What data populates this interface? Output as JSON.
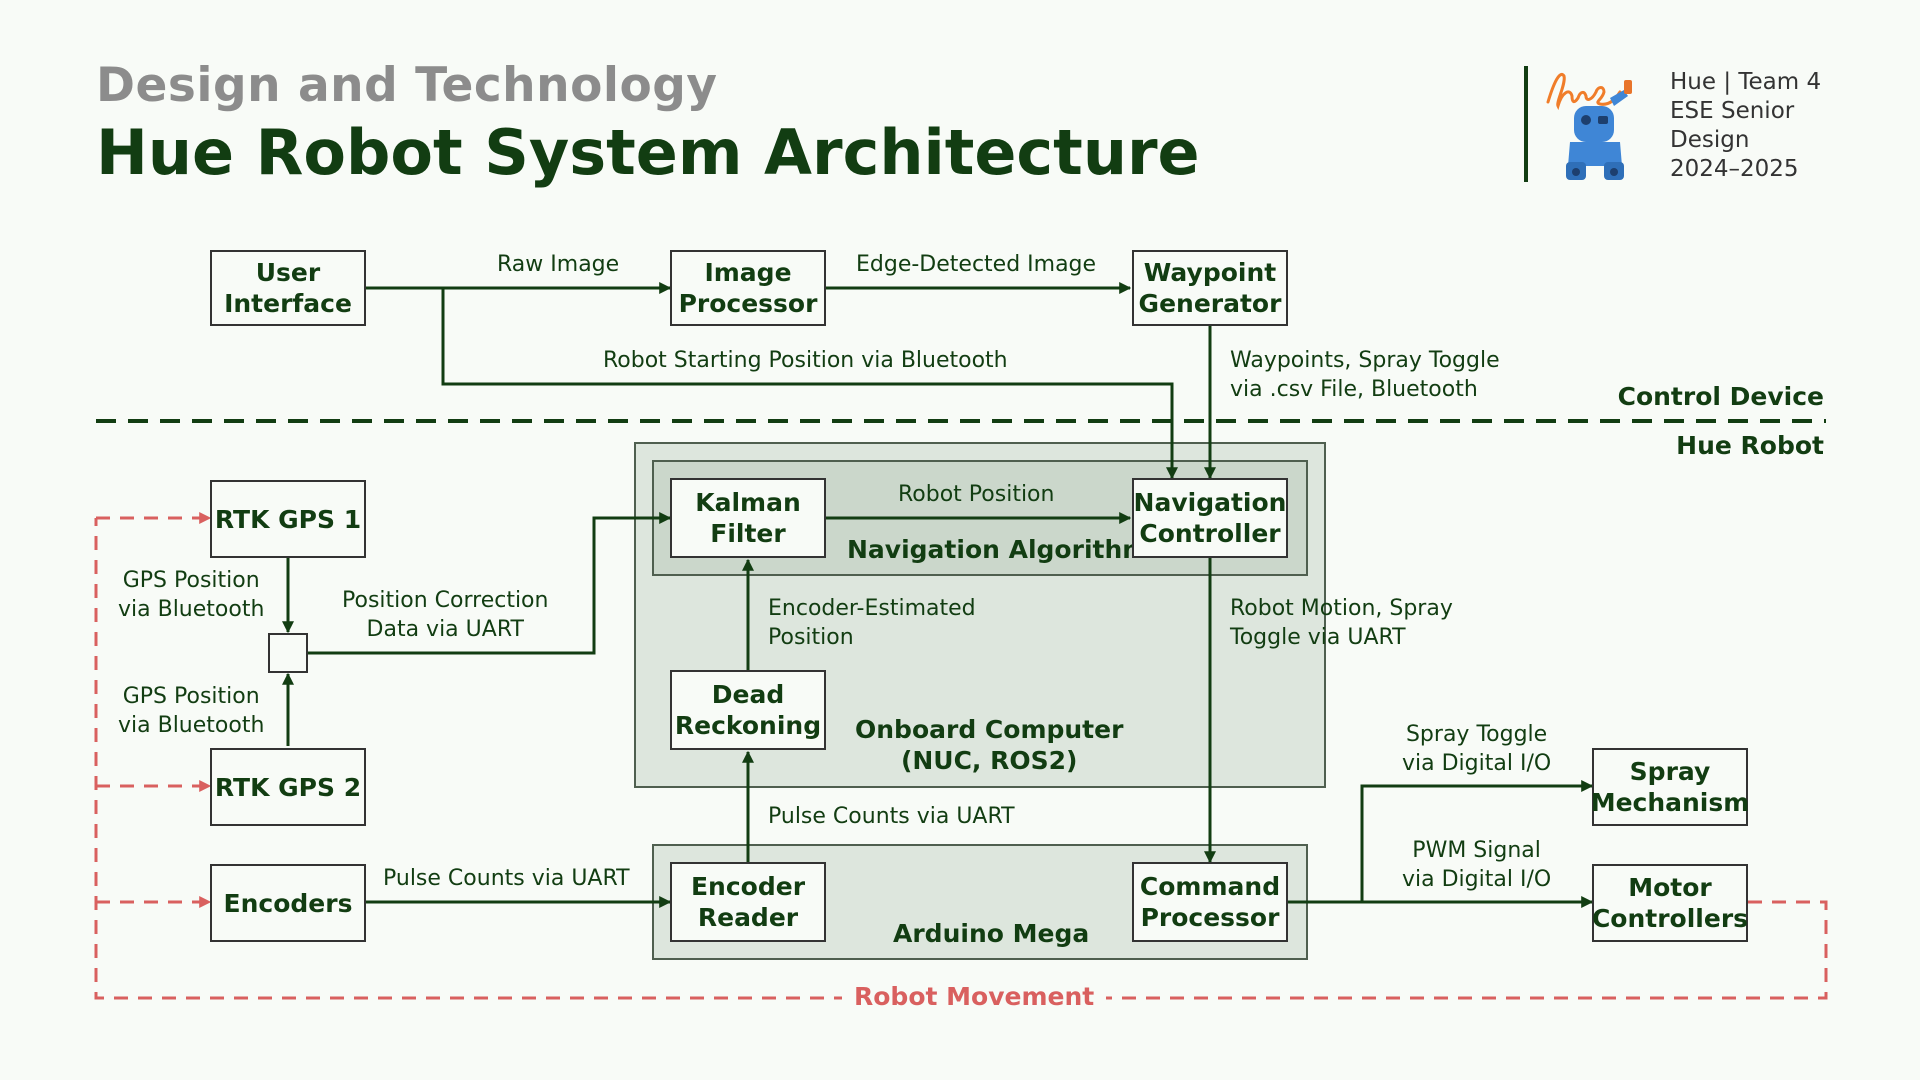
{
  "header": {
    "subtitle": "Design and Technology",
    "title": "Hue Robot System Architecture",
    "team_lines": [
      "Hue | Team 4",
      "ESE Senior",
      "Design",
      "2024–2025"
    ]
  },
  "areas": {
    "control_device": "Control Device",
    "hue_robot": "Hue Robot"
  },
  "regions": {
    "onboard_computer": [
      "Onboard Computer",
      "(NUC, ROS2)"
    ],
    "navigation_algorithm": "Navigation Algorithm",
    "arduino_mega": "Arduino Mega"
  },
  "boxes": {
    "user_interface": [
      "User",
      "Interface"
    ],
    "image_processor": [
      "Image",
      "Processor"
    ],
    "waypoint_generator": [
      "Waypoint",
      "Generator"
    ],
    "rtk_gps_1": "RTK GPS 1",
    "rtk_gps_2": "RTK GPS 2",
    "encoders": "Encoders",
    "kalman_filter": [
      "Kalman",
      "Filter"
    ],
    "navigation_controller": [
      "Navigation",
      "Controller"
    ],
    "dead_reckoning": [
      "Dead",
      "Reckoning"
    ],
    "encoder_reader": [
      "Encoder",
      "Reader"
    ],
    "command_processor": [
      "Command",
      "Processor"
    ],
    "spray_mechanism": [
      "Spray",
      "Mechanism"
    ],
    "motor_controllers": [
      "Motor",
      "Controllers"
    ]
  },
  "labels": {
    "raw_image": "Raw Image",
    "edge_detected": "Edge-Detected Image",
    "starting_position": "Robot Starting Position via Bluetooth",
    "waypoints": [
      "Waypoints, Spray Toggle",
      "via .csv File, Bluetooth"
    ],
    "gps_pos_1": [
      "GPS Position",
      "via Bluetooth"
    ],
    "gps_pos_2": [
      "GPS Position",
      "via Bluetooth"
    ],
    "position_correction": [
      "Position Correction",
      "Data via UART"
    ],
    "robot_position": "Robot Position",
    "encoder_estimated": [
      "Encoder-Estimated",
      "Position"
    ],
    "robot_motion": [
      "Robot Motion, Spray",
      "Toggle via UART"
    ],
    "pulse_counts_upper": "Pulse Counts via UART",
    "pulse_counts_left": "Pulse Counts via UART",
    "spray_toggle": [
      "Spray Toggle",
      "via Digital I/O"
    ],
    "pwm_signal": [
      "PWM Signal",
      "via Digital I/O"
    ],
    "robot_movement": "Robot Movement"
  },
  "colors": {
    "primary": "#123d12",
    "feedback": "#d9605f",
    "region": "#dde6dd",
    "region_inner": "#cbd7cb"
  }
}
